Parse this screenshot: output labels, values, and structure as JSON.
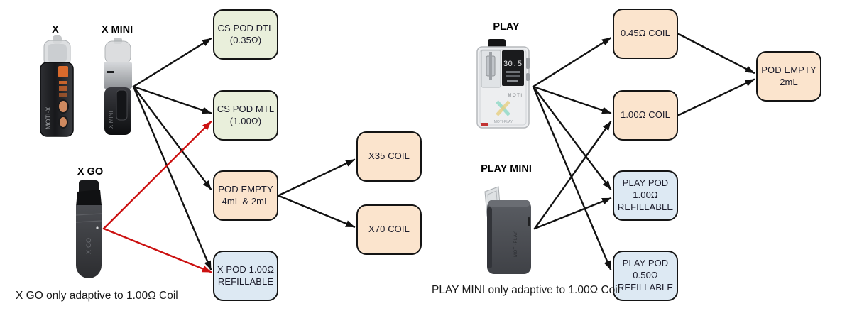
{
  "diagram": {
    "left": {
      "devices": [
        {
          "id": "x",
          "label": "X"
        },
        {
          "id": "x-mini",
          "label": "X MINI"
        },
        {
          "id": "x-go",
          "label": "X GO"
        }
      ],
      "caption": "X GO only adaptive to 1.00Ω Coil"
    },
    "right": {
      "devices": [
        {
          "id": "play",
          "label": "PLAY"
        },
        {
          "id": "play-mini",
          "label": "PLAY MINI"
        }
      ],
      "caption": "PLAY MINI only adaptive to 1.00Ω Coil"
    },
    "nodes": [
      {
        "id": "cs-pod-dtl",
        "text": "CS POD DTL\n(0.35Ω)",
        "style": "green"
      },
      {
        "id": "cs-pod-mtl",
        "text": "CS POD MTL\n(1.00Ω)",
        "style": "green"
      },
      {
        "id": "pod-empty-4ml",
        "text": "POD EMPTY\n4mL & 2mL",
        "style": "peach"
      },
      {
        "id": "x-pod",
        "text": "X POD 1.00Ω\nREFILLABLE",
        "style": "blue"
      },
      {
        "id": "x35-coil",
        "text": "X35 COIL",
        "style": "peach"
      },
      {
        "id": "x70-coil",
        "text": "X70 COIL",
        "style": "peach"
      },
      {
        "id": "coil-045",
        "text": "0.45Ω COIL",
        "style": "peach"
      },
      {
        "id": "coil-100",
        "text": "1.00Ω COIL",
        "style": "peach"
      },
      {
        "id": "play-pod-100",
        "text": "PLAY POD\n1.00Ω\nREFILLABLE",
        "style": "blue"
      },
      {
        "id": "play-pod-050",
        "text": "PLAY POD\n0.50Ω\nREFILLABLE",
        "style": "blue"
      },
      {
        "id": "pod-empty-2ml",
        "text": "POD EMPTY\n2mL",
        "style": "peach"
      }
    ],
    "edges": [
      {
        "from": "x-mini",
        "to": "cs-pod-dtl",
        "color": "black"
      },
      {
        "from": "x-mini",
        "to": "cs-pod-mtl",
        "color": "black"
      },
      {
        "from": "x-mini",
        "to": "pod-empty-4ml",
        "color": "black"
      },
      {
        "from": "x-mini",
        "to": "x-pod",
        "color": "black"
      },
      {
        "from": "x-go",
        "to": "cs-pod-mtl",
        "color": "red"
      },
      {
        "from": "x-go",
        "to": "x-pod",
        "color": "red"
      },
      {
        "from": "pod-empty-4ml",
        "to": "x35-coil",
        "color": "black"
      },
      {
        "from": "pod-empty-4ml",
        "to": "x70-coil",
        "color": "black"
      },
      {
        "from": "play",
        "to": "coil-045",
        "color": "black"
      },
      {
        "from": "play",
        "to": "coil-100",
        "color": "black"
      },
      {
        "from": "play",
        "to": "play-pod-100",
        "color": "black"
      },
      {
        "from": "play",
        "to": "play-pod-050",
        "color": "black"
      },
      {
        "from": "play-mini",
        "to": "coil-100",
        "color": "black"
      },
      {
        "from": "play-mini",
        "to": "play-pod-100",
        "color": "black"
      },
      {
        "from": "coil-045",
        "to": "pod-empty-2ml",
        "color": "black"
      },
      {
        "from": "coil-100",
        "to": "pod-empty-2ml",
        "color": "black"
      }
    ],
    "colors": {
      "green": "#e9efdb",
      "peach": "#fbe4cd",
      "blue": "#dde9f3",
      "black": "#121212",
      "red": "#cc1212"
    }
  }
}
